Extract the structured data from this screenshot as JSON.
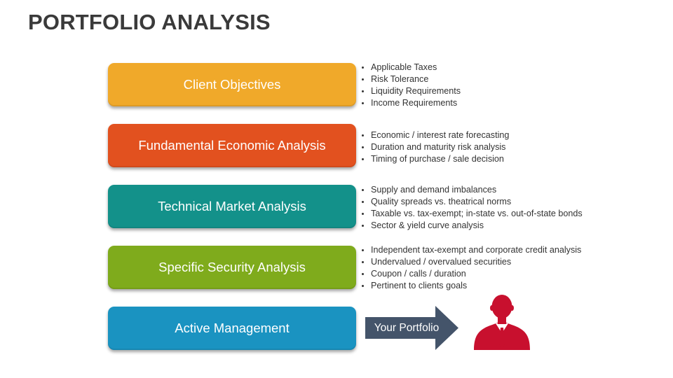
{
  "title": "PORTFOLIO ANALYSIS",
  "steps": [
    {
      "label": "Client Objectives",
      "color": "#F0A92A",
      "bullets": [
        "Applicable Taxes",
        "Risk Tolerance",
        "Liquidity Requirements",
        "Income Requirements"
      ]
    },
    {
      "label": "Fundamental Economic Analysis",
      "color": "#E2511F",
      "bullets": [
        "Economic / interest rate forecasting",
        "Duration and maturity risk analysis",
        "Timing of purchase / sale decision"
      ]
    },
    {
      "label": "Technical Market Analysis",
      "color": "#13918A",
      "bullets": [
        "Supply and demand imbalances",
        "Quality spreads vs. theatrical norms",
        "Taxable vs. tax-exempt; in-state vs. out-of-state bonds",
        "Sector & yield curve analysis"
      ]
    },
    {
      "label": "Specific Security Analysis",
      "color": "#7FAB1C",
      "bullets": [
        "Independent tax-exempt and corporate credit analysis",
        "Undervalued / overvalued securities",
        "Coupon / calls / duration",
        "Pertinent to clients goals"
      ]
    },
    {
      "label": "Active Management",
      "color": "#1A93C1",
      "bullets": []
    }
  ],
  "arrow": {
    "label": "Your Portfolio",
    "color": "#44546A"
  },
  "icons": {
    "person": "businessman-icon",
    "person_color": "#C8102E"
  }
}
